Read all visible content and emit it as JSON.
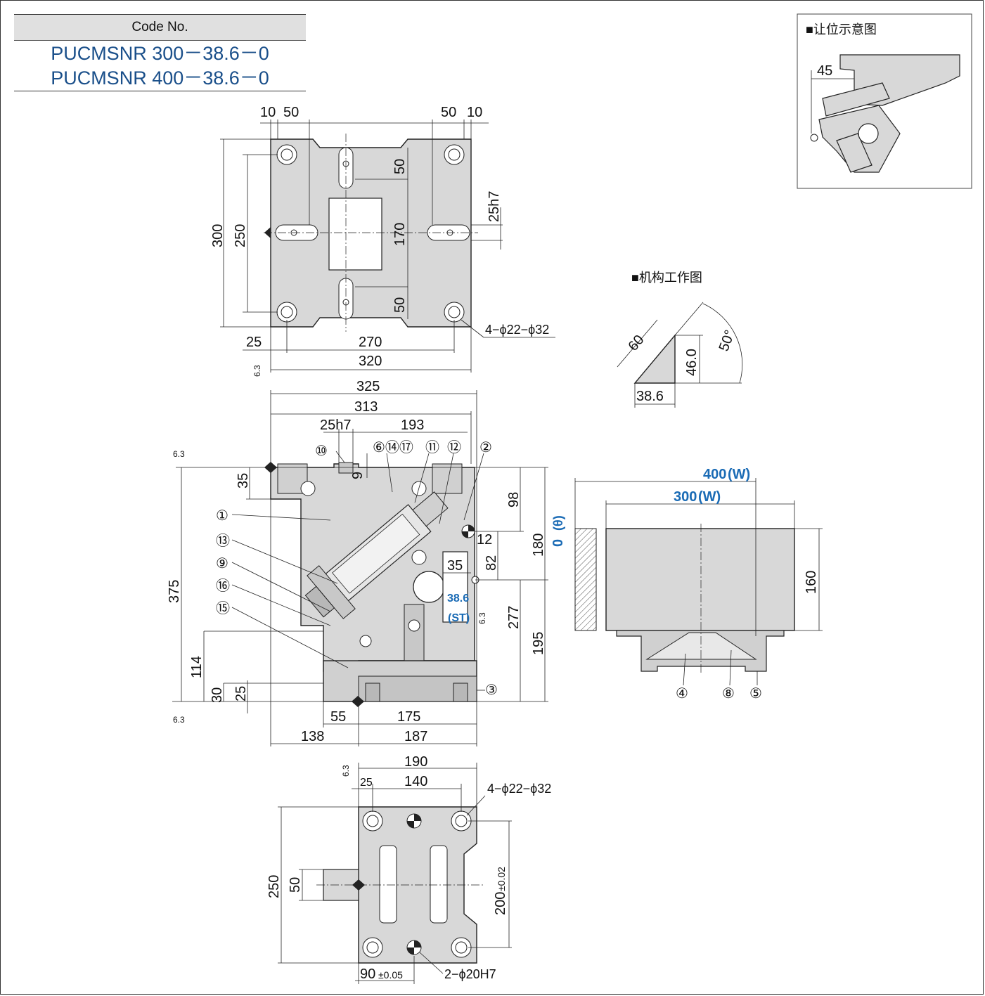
{
  "code_table": {
    "header": "Code No.",
    "codes": [
      "PUCMSNR 300－38.6－0",
      "PUCMSNR 400－38.6－0"
    ]
  },
  "clearance_view": {
    "title": "■让位示意图",
    "dim": "45"
  },
  "mechanism_view": {
    "title": "■机构工作图",
    "dims": [
      "60",
      "46.0",
      "38.6",
      "50°"
    ]
  },
  "top_view": {
    "dims": [
      "10",
      "50",
      "50",
      "10",
      "300",
      "250",
      "50",
      "170",
      "50",
      "25h7",
      "25",
      "270",
      "320",
      "6.3"
    ],
    "hole_note": "4−ϕ22−ϕ32"
  },
  "front_view": {
    "dims": [
      "325",
      "313",
      "25h7",
      "193",
      "9",
      "35",
      "98",
      "180",
      "12",
      "82",
      "35",
      "277",
      "195",
      "375",
      "114",
      "30",
      "25",
      "55",
      "175",
      "138",
      "187",
      "6.3",
      "6.3",
      "6.3"
    ],
    "stroke": [
      "38.6",
      "(ST)"
    ],
    "angle": [
      "0",
      "(θ)"
    ],
    "balloons_left": [
      "①",
      "⑬",
      "⑨",
      "⑯",
      "⑮"
    ],
    "balloons_top": [
      "⑩",
      "⑥⑭⑰",
      "⑪",
      "⑫",
      "②"
    ],
    "balloon_right": "③"
  },
  "side_view": {
    "width_labels": [
      "400",
      "(W)",
      "300",
      "(W)"
    ],
    "dim": "160",
    "balloons": [
      "④",
      "⑧",
      "⑤"
    ]
  },
  "bottom_view": {
    "dims": [
      "190",
      "25",
      "140",
      "250",
      "50",
      "6.3"
    ],
    "hole_note": "4−ϕ22−ϕ32",
    "tol_dim": {
      "value": "200",
      "tol": "±0.02"
    },
    "tol_dim2": {
      "value": "90",
      "tol": "±0.05"
    },
    "pin_note": "2−ϕ20H7"
  }
}
